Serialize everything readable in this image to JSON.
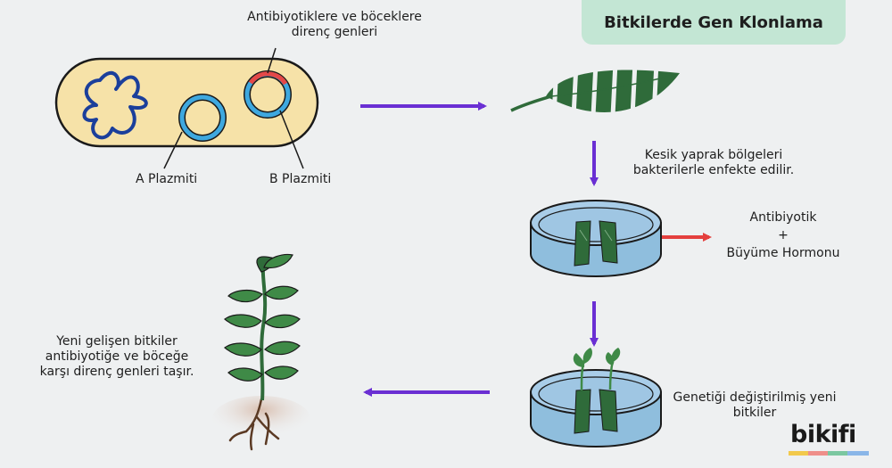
{
  "title": "Bitkilerde Gen Klonlama",
  "labels": {
    "resistance_genes": "Antibiyotiklere ve böceklere direnç genleri",
    "plasmid_a": "A Plazmiti",
    "plasmid_b": "B Plazmiti",
    "infect_step": "Kesik yaprak bölgeleri bakterilerle enfekte edilir.",
    "antibiotic": "Antibiyotik",
    "plus": "+",
    "growth_hormone": "Büyüme Hormonu",
    "modified_plants": "Genetiği değiştirilmiş yeni bitkiler",
    "result": "Yeni gelişen bitkiler antibiyotiğe ve böceğe karşı direnç genleri taşır."
  },
  "logo": "bikifi",
  "colors": {
    "flow_arrow": "#6a2fd3",
    "medium_arrow": "#e4403e",
    "bacterium": "#f6e2a8",
    "plasmid": "#3ea8df",
    "gene_insert": "#e44848",
    "leaf": "#2f6b3a",
    "dish": "#8fbedd",
    "title_bg": "#c3e6d4"
  }
}
